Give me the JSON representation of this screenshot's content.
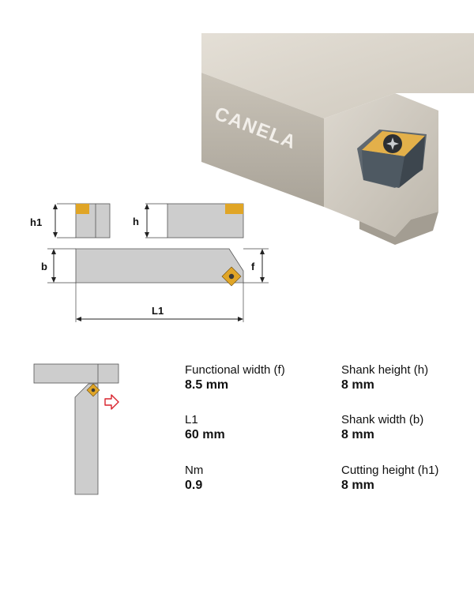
{
  "photo": {
    "brand_text": "CANELA"
  },
  "dims": {
    "h1": "h1",
    "h": "h",
    "b": "b",
    "f": "f",
    "L1": "L1"
  },
  "specs": [
    {
      "label": "Functional width (f)",
      "value": "8.5 mm"
    },
    {
      "label": "Shank height (h)",
      "value": "8 mm"
    },
    {
      "label": "L1",
      "value": "60 mm"
    },
    {
      "label": "Shank width (b)",
      "value": "8 mm"
    },
    {
      "label": "Nm",
      "value": "0.9"
    },
    {
      "label": "Cutting height (h1)",
      "value": "8 mm"
    }
  ],
  "colors": {
    "shank_gray": "#cdcdcd",
    "insert_gold": "#e0a526",
    "arrow_red": "#d9232d",
    "photo_steel": "#cdc7bc"
  }
}
